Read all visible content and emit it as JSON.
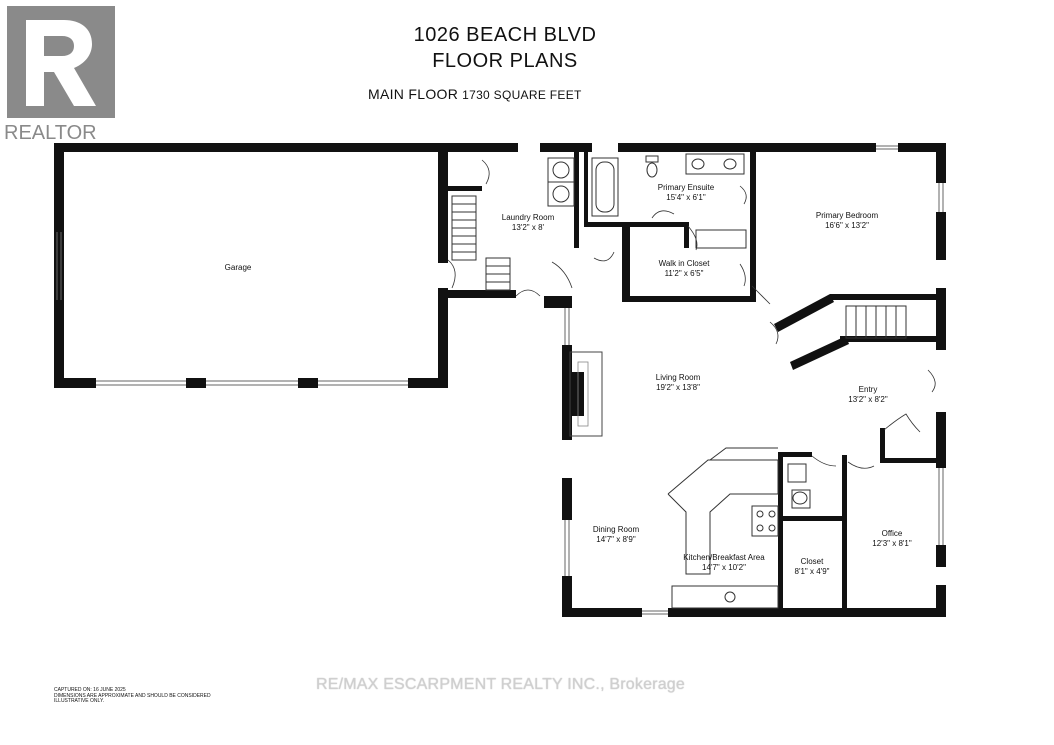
{
  "logo_text": "REALTOR",
  "title_line1": "1026 BEACH BLVD",
  "title_line2": "FLOOR PLANS",
  "floor_label": "MAIN FLOOR",
  "floor_area": "1730 SQUARE FEET",
  "rooms": {
    "garage": {
      "name": "Garage",
      "dims": ""
    },
    "laundry": {
      "name": "Laundry Room",
      "dims": "13'2\" x 8'"
    },
    "ensuite": {
      "name": "Primary Ensuite",
      "dims": "15'4\" x 6'1\""
    },
    "bedroom": {
      "name": "Primary Bedroom",
      "dims": "16'6\" x 13'2\""
    },
    "walkin": {
      "name": "Walk in Closet",
      "dims": "11'2\" x 6'5\""
    },
    "living": {
      "name": "Living Room",
      "dims": "19'2\" x 13'8\""
    },
    "entry": {
      "name": "Entry",
      "dims": "13'2\" x 8'2\""
    },
    "dining": {
      "name": "Dining Room",
      "dims": "14'7\" x 8'9\""
    },
    "kitchen": {
      "name": "Kitchen/Breakfast Area",
      "dims": "14'7\" x 10'2\""
    },
    "closet": {
      "name": "Closet",
      "dims": "8'1\" x 4'9\""
    },
    "office": {
      "name": "Office",
      "dims": "12'3\" x 8'1\""
    }
  },
  "disclaimer": {
    "line1": "CAPTURED ON: 16 JUNE 2025",
    "line2": "DIMENSIONS ARE APPROXIMATE AND SHOULD BE CONSIDERED",
    "line3": "ILLUSTRATIVE ONLY."
  },
  "watermark": "RE/MAX ESCARPMENT REALTY INC., Brokerage",
  "colors": {
    "wall": "#111111",
    "logo_grey": "#8a8a8a",
    "watermark": "#cfcfcf"
  }
}
